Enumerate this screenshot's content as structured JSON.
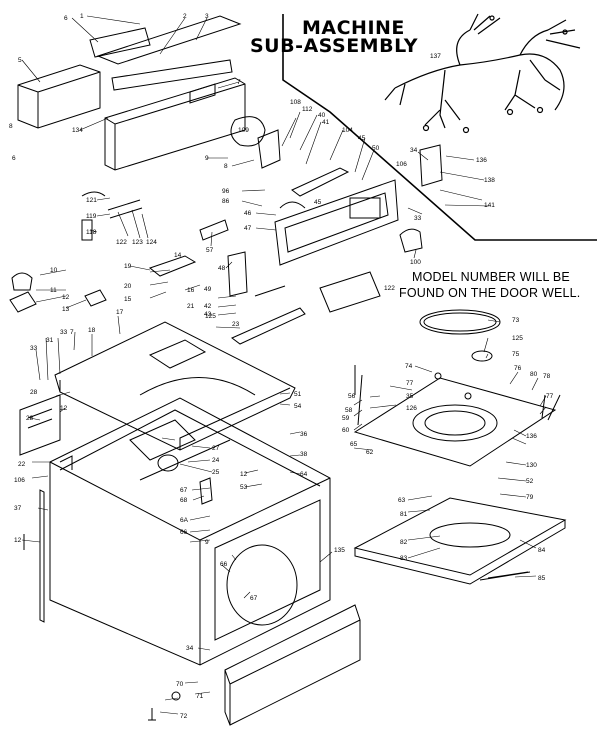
{
  "title": {
    "line1": "MACHINE",
    "line2": "SUB-ASSEMBLY"
  },
  "note": {
    "line1": "MODEL NUMBER WILL BE",
    "line2": "FOUND ON THE DOOR WELL."
  },
  "callouts": [
    {
      "id": "c1",
      "text": "6"
    },
    {
      "id": "c2",
      "text": "1"
    },
    {
      "id": "c3",
      "text": "2"
    },
    {
      "id": "c4",
      "text": "3"
    },
    {
      "id": "c5",
      "text": "5"
    },
    {
      "id": "c6",
      "text": "7"
    },
    {
      "id": "c7",
      "text": "134"
    },
    {
      "id": "c8",
      "text": "8"
    },
    {
      "id": "c9",
      "text": "9"
    },
    {
      "id": "c10",
      "text": "6"
    },
    {
      "id": "c11",
      "text": "137"
    },
    {
      "id": "c12",
      "text": "108"
    },
    {
      "id": "c13",
      "text": "112"
    },
    {
      "id": "c14",
      "text": "40"
    },
    {
      "id": "c15",
      "text": "41"
    },
    {
      "id": "c16",
      "text": "104"
    },
    {
      "id": "c17",
      "text": "45"
    },
    {
      "id": "c18",
      "text": "50"
    },
    {
      "id": "c19",
      "text": "34"
    },
    {
      "id": "c20",
      "text": "106"
    },
    {
      "id": "c21",
      "text": "136"
    },
    {
      "id": "c22",
      "text": "138"
    },
    {
      "id": "c23",
      "text": "141"
    },
    {
      "id": "c24",
      "text": "109"
    },
    {
      "id": "c25",
      "text": "8"
    },
    {
      "id": "c26",
      "text": "96"
    },
    {
      "id": "c27",
      "text": "86"
    },
    {
      "id": "c28",
      "text": "46"
    },
    {
      "id": "c29",
      "text": "45"
    },
    {
      "id": "c30",
      "text": "47"
    },
    {
      "id": "c31",
      "text": "33"
    },
    {
      "id": "c32",
      "text": "121"
    },
    {
      "id": "c33",
      "text": "119"
    },
    {
      "id": "c34",
      "text": "118"
    },
    {
      "id": "c35",
      "text": "122"
    },
    {
      "id": "c36",
      "text": "123"
    },
    {
      "id": "c37",
      "text": "124"
    },
    {
      "id": "c38",
      "text": "57"
    },
    {
      "id": "c39",
      "text": "48"
    },
    {
      "id": "c40",
      "text": "100"
    },
    {
      "id": "c41",
      "text": "10"
    },
    {
      "id": "c42",
      "text": "11"
    },
    {
      "id": "c43",
      "text": "12"
    },
    {
      "id": "c44",
      "text": "13"
    },
    {
      "id": "c45",
      "text": "19"
    },
    {
      "id": "c46",
      "text": "14"
    },
    {
      "id": "c47",
      "text": "20"
    },
    {
      "id": "c48",
      "text": "15"
    },
    {
      "id": "c49",
      "text": "16"
    },
    {
      "id": "c50",
      "text": "21"
    },
    {
      "id": "c51",
      "text": "49"
    },
    {
      "id": "c52",
      "text": "42"
    },
    {
      "id": "c53",
      "text": "43"
    },
    {
      "id": "c54",
      "text": "125"
    },
    {
      "id": "c55",
      "text": "122"
    },
    {
      "id": "c56",
      "text": "17"
    },
    {
      "id": "c57",
      "text": "23"
    },
    {
      "id": "c58",
      "text": "73"
    },
    {
      "id": "c59",
      "text": "125"
    },
    {
      "id": "c60",
      "text": "75"
    },
    {
      "id": "c61",
      "text": "33"
    },
    {
      "id": "c62",
      "text": "31"
    },
    {
      "id": "c63",
      "text": "33"
    },
    {
      "id": "c64",
      "text": "7"
    },
    {
      "id": "c65",
      "text": "18"
    },
    {
      "id": "c66",
      "text": "74"
    },
    {
      "id": "c67",
      "text": "76"
    },
    {
      "id": "c68",
      "text": "80"
    },
    {
      "id": "c69",
      "text": "78"
    },
    {
      "id": "c70",
      "text": "77"
    },
    {
      "id": "c71",
      "text": "77"
    },
    {
      "id": "c72",
      "text": "28"
    },
    {
      "id": "c73",
      "text": "35"
    },
    {
      "id": "c74",
      "text": "56"
    },
    {
      "id": "c75",
      "text": "126"
    },
    {
      "id": "c76",
      "text": "58"
    },
    {
      "id": "c77",
      "text": "59"
    },
    {
      "id": "c78",
      "text": "60"
    },
    {
      "id": "c79",
      "text": "65"
    },
    {
      "id": "c80",
      "text": "62"
    },
    {
      "id": "c81",
      "text": "51"
    },
    {
      "id": "c82",
      "text": "54"
    },
    {
      "id": "c83",
      "text": "12"
    },
    {
      "id": "c84",
      "text": "36"
    },
    {
      "id": "c85",
      "text": "28"
    },
    {
      "id": "c86",
      "text": "27"
    },
    {
      "id": "c87",
      "text": "22"
    },
    {
      "id": "c88",
      "text": "24"
    },
    {
      "id": "c89",
      "text": "38"
    },
    {
      "id": "c90",
      "text": "106"
    },
    {
      "id": "c91",
      "text": "25"
    },
    {
      "id": "c92",
      "text": "12"
    },
    {
      "id": "c93",
      "text": "64"
    },
    {
      "id": "c94",
      "text": "53"
    },
    {
      "id": "c95",
      "text": "67"
    },
    {
      "id": "c96",
      "text": "68"
    },
    {
      "id": "c97",
      "text": "136"
    },
    {
      "id": "c98",
      "text": "130"
    },
    {
      "id": "c99",
      "text": "52"
    },
    {
      "id": "c100",
      "text": "79"
    },
    {
      "id": "c101",
      "text": "63"
    },
    {
      "id": "c102",
      "text": "81"
    },
    {
      "id": "c103",
      "text": "82"
    },
    {
      "id": "c104",
      "text": "83"
    },
    {
      "id": "c105",
      "text": "84"
    },
    {
      "id": "c106",
      "text": "85"
    },
    {
      "id": "c107",
      "text": "37"
    },
    {
      "id": "c108",
      "text": "12"
    },
    {
      "id": "c109",
      "text": "6A"
    },
    {
      "id": "c110",
      "text": "66"
    },
    {
      "id": "c111",
      "text": "9"
    },
    {
      "id": "c112",
      "text": "66"
    },
    {
      "id": "c113",
      "text": "67"
    },
    {
      "id": "c114",
      "text": "135"
    },
    {
      "id": "c115",
      "text": "34"
    },
    {
      "id": "c116",
      "text": "70"
    },
    {
      "id": "c117",
      "text": "71"
    },
    {
      "id": "c118",
      "text": "72"
    }
  ]
}
